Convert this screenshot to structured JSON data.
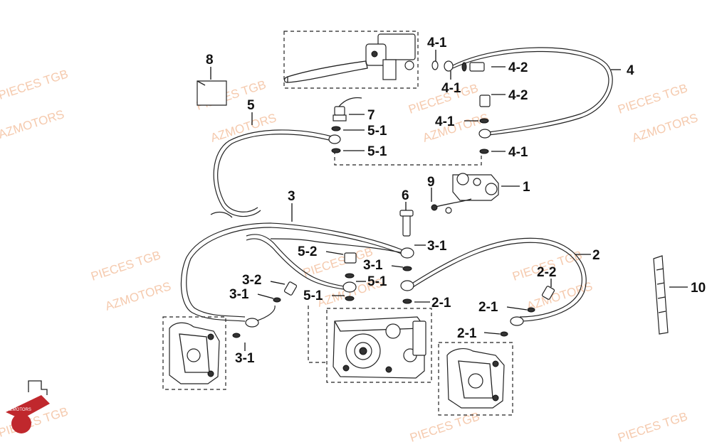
{
  "labels": {
    "l_1": "1",
    "l_2": "2",
    "l_2_1_a": "2-1",
    "l_2_1_b": "2-1",
    "l_2_1_c": "2-1",
    "l_2_2": "2-2",
    "l_3": "3",
    "l_3_1_a": "3-1",
    "l_3_1_b": "3-1",
    "l_3_1_c": "3-1",
    "l_3_1_d": "3-1",
    "l_3_2": "3-2",
    "l_4": "4",
    "l_4_1_a": "4-1",
    "l_4_1_b": "4-1",
    "l_4_1_c": "4-1",
    "l_4_1_d": "4-1",
    "l_4_2_a": "4-2",
    "l_4_2_b": "4-2",
    "l_5": "5",
    "l_5_1_a": "5-1",
    "l_5_1_b": "5-1",
    "l_5_1_c": "5-1",
    "l_5_1_d": "5-1",
    "l_5_2": "5-2",
    "l_6": "6",
    "l_7": "7",
    "l_8": "8",
    "l_9": "9",
    "l_10": "10"
  },
  "watermarks": {
    "pieces_tgb": "PIECES TGB",
    "azmotors": "AZMOTORS",
    "logo_text": "AZMOTORS"
  },
  "colors": {
    "watermark": "#f2b994",
    "ink": "#111111",
    "logo_red": "#c0282d"
  }
}
